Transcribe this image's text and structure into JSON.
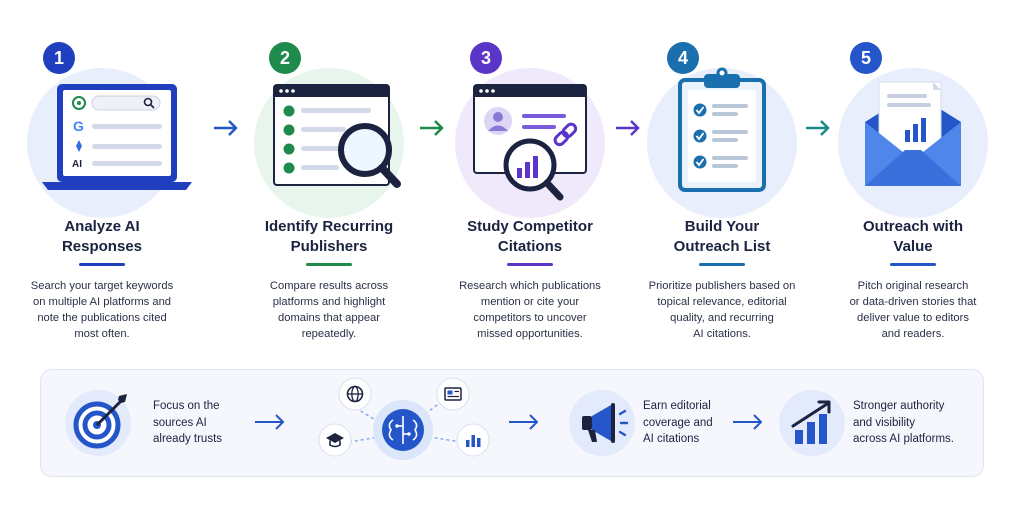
{
  "steps": [
    {
      "number": "1",
      "title": [
        "Analyze AI",
        "Responses"
      ],
      "description": [
        "Search your target keywords",
        "on multiple AI platforms and",
        "note the publications cited",
        "most often."
      ],
      "accent": "#1f3fbf",
      "icon": "laptop-ai-search-icon",
      "platform_labels": [
        "AI"
      ]
    },
    {
      "number": "2",
      "title": [
        "Identify Recurring",
        "Publishers"
      ],
      "description": [
        "Compare results across",
        "platforms and highlight",
        "domains that appear",
        "repeatedly."
      ],
      "accent": "#1e8a4c",
      "icon": "browser-magnifier-icon"
    },
    {
      "number": "3",
      "title": [
        "Study Competitor",
        "Citations"
      ],
      "description": [
        "Research which publications",
        "mention or cite your",
        "competitors to uncover",
        "missed opportunities."
      ],
      "accent": "#5b34c8",
      "icon": "profile-link-chart-icon"
    },
    {
      "number": "4",
      "title": [
        "Build Your",
        "Outreach List"
      ],
      "description": [
        "Prioritize publishers based on",
        "topical relevance, editorial",
        "quality, and recurring",
        "AI citations."
      ],
      "accent": "#1a6fae",
      "icon": "clipboard-checklist-icon"
    },
    {
      "number": "5",
      "title": [
        "Outreach with",
        "Value"
      ],
      "description": [
        "Pitch original research",
        "or data-driven stories that",
        "deliver value to editors",
        "and readers."
      ],
      "accent": "#2456c9",
      "icon": "envelope-chart-icon"
    }
  ],
  "bottom_flow": [
    {
      "text": [
        "Focus on the",
        "sources AI",
        "already trusts"
      ],
      "icon": "target-icon"
    },
    {
      "text": [],
      "icon": "ai-brain-network-icon"
    },
    {
      "text": [
        "Earn editorial",
        "coverage and",
        "AI citations"
      ],
      "icon": "megaphone-icon"
    },
    {
      "text": [
        "Stronger authority",
        "and visibility",
        "across AI platforms."
      ],
      "icon": "growth-chart-icon"
    }
  ],
  "colors": {
    "navy": "#1b2340",
    "blue": "#2456c9",
    "green": "#1e8a4c",
    "purple": "#5b34c8",
    "teal": "#1a8a8a",
    "light_blue_bg": "#e8eefc",
    "light_green_bg": "#e7f5ec",
    "light_purple_bg": "#efe9fb",
    "panel_bg": "#f5f7fd"
  }
}
